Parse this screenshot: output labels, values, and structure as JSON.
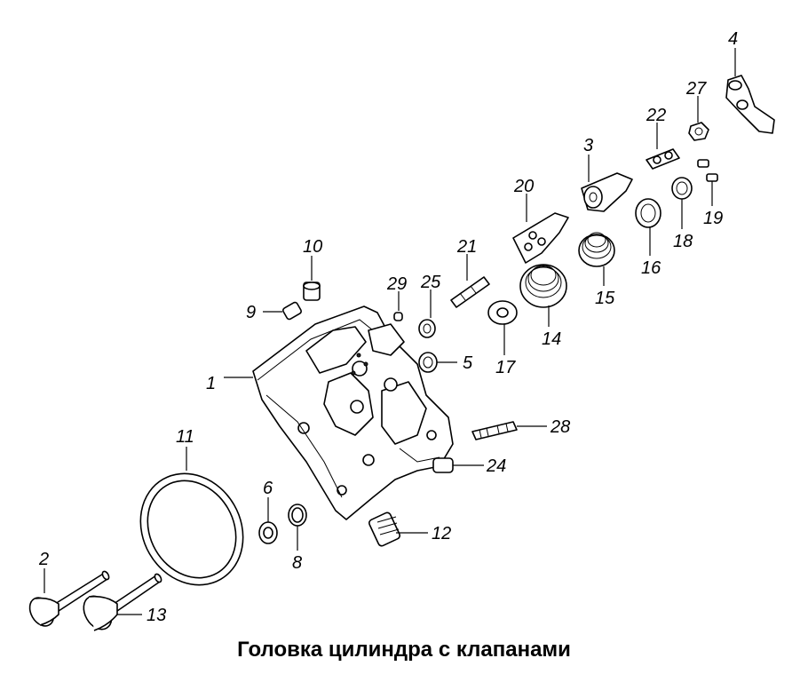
{
  "caption": "Головка цилиндра с клапанами",
  "callouts": {
    "c1": "1",
    "c2": "2",
    "c3": "3",
    "c4": "4",
    "c5": "5",
    "c6": "6",
    "c8": "8",
    "c9": "9",
    "c10": "10",
    "c11": "11",
    "c12": "12",
    "c13": "13",
    "c14": "14",
    "c15": "15",
    "c16": "16",
    "c17": "17",
    "c18": "18",
    "c19": "19",
    "c20": "20",
    "c21": "21",
    "c22": "22",
    "c24": "24",
    "c25": "25",
    "c27": "27",
    "c28": "28",
    "c29": "29"
  }
}
